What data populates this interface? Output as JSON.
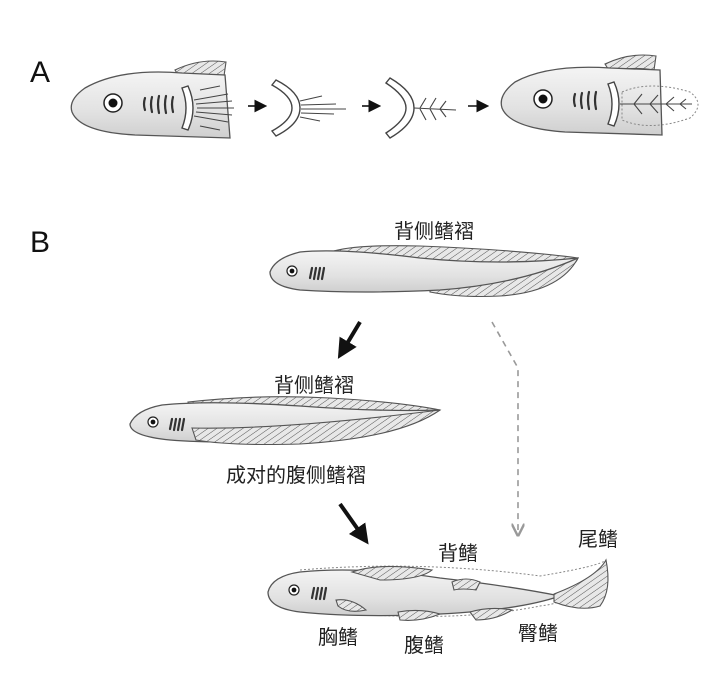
{
  "panels": {
    "a_letter": "A",
    "b_letter": "B"
  },
  "labels": {
    "dorsal_fold_top": "背侧鳍褶",
    "dorsal_fold_mid": "背侧鳍褶",
    "paired_ventral_folds": "成对的腹侧鳍褶",
    "dorsal_fin": "背鳍",
    "caudal_fin": "尾鳍",
    "pectoral_fin": "胸鳍",
    "pelvic_fin": "腹鳍",
    "anal_fin": "臀鳍"
  },
  "colors": {
    "body_fill": "#e4e4e4",
    "outline": "#555555",
    "arrow": "#111111",
    "dashed_arrow": "#999999"
  }
}
